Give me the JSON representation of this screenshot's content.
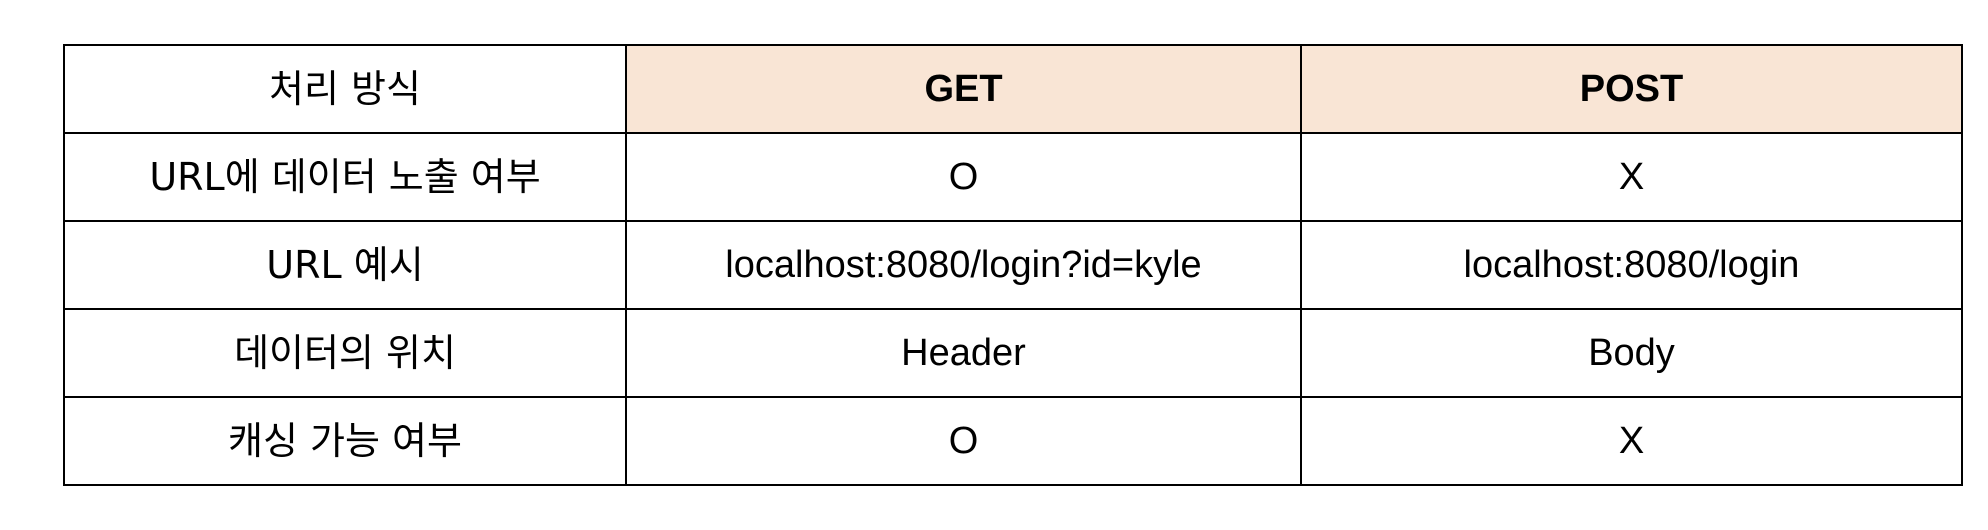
{
  "table": {
    "headers": [
      "처리 방식",
      "GET",
      "POST"
    ],
    "header_accent_color": "#f9e5d5",
    "rows": [
      [
        "URL에 데이터 노출 여부",
        "O",
        "X"
      ],
      [
        "URL 예시",
        "localhost:8080/login?id=kyle",
        "localhost:8080/login"
      ],
      [
        "데이터의 위치",
        "Header",
        "Body"
      ],
      [
        "캐싱 가능 여부",
        "O",
        "X"
      ]
    ]
  }
}
